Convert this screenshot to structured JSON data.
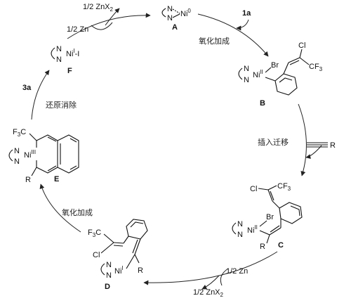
{
  "labels": {
    "zn_top": "1/2 Zn",
    "znx2_top": "1/2 ZnX",
    "znx2_top_sub": "2",
    "zn_bottom": "1/2 Zn",
    "znx2_bottom": "1/2 ZnX",
    "znx2_bottom_sub": "2",
    "reagent_1a": "1a",
    "product_3a": "3a",
    "step_oxidative_addition_1": "氧化加成",
    "step_insertion_migration": "插入迁移",
    "step_oxidative_addition_2": "氧化加成",
    "step_reductive_elimination": "还原消除",
    "alkyne_R": "R"
  },
  "compounds": {
    "A": {
      "label": "A",
      "metal": "Ni",
      "ox": "0"
    },
    "B": {
      "label": "B",
      "metal": "Ni",
      "ox": "II",
      "halide": "Br",
      "cl": "Cl",
      "cf3": "CF",
      "cf3_sub": "3"
    },
    "C": {
      "label": "C",
      "metal": "Ni",
      "ox": "II",
      "halide": "Br",
      "cl": "Cl",
      "cf3": "CF",
      "cf3_sub": "3",
      "r": "R"
    },
    "D": {
      "label": "D",
      "metal": "Ni",
      "ox": "I",
      "cl": "Cl",
      "cf3": "F",
      "cf3_sub": "3",
      "cf3_tail": "C",
      "r": "R"
    },
    "E": {
      "label": "E",
      "metal": "Ni",
      "ox": "III",
      "cf3": "F",
      "cf3_sub": "3",
      "cf3_tail": "C",
      "r": "R"
    },
    "F": {
      "label": "F",
      "metal": "Ni",
      "ox": "I",
      "halide": "I"
    }
  },
  "ligand_atom": "N"
}
